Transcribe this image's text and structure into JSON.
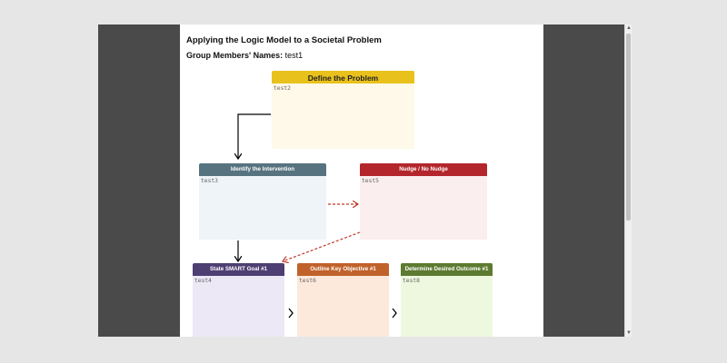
{
  "document": {
    "title": "Applying the Logic Model to a Societal Problem",
    "members_label": "Group Members' Names:",
    "members_value": " test1"
  },
  "boxes": {
    "problem": {
      "header": "Define the Problem",
      "text": "test2",
      "header_color": "#e9c11c",
      "body_color": "#fef9e8"
    },
    "intervention": {
      "header": "Identify the Intervention",
      "text": "test3",
      "header_color": "#57737f",
      "body_color": "#eef4f7"
    },
    "nudge": {
      "header": "Nudge / No Nudge",
      "text": "test5",
      "header_color": "#b3262b",
      "body_color": "#fbeeee"
    },
    "smart_goal": {
      "header": "State SMART Goal #1",
      "text": "test4",
      "header_color": "#4e3f72",
      "body_color": "#ece8f6"
    },
    "objective": {
      "header": "Outline Key Objective #1",
      "text": "test6",
      "header_color": "#c0622a",
      "body_color": "#fde9db"
    },
    "outcome": {
      "header": "Determine Desired Outcome #1",
      "text": "test8",
      "header_color": "#5c7a30",
      "body_color": "#eef8df"
    }
  },
  "connectors": {
    "arrow_color": "#000000",
    "dashed_color": "#c0392b",
    "chevron_glyph": "›"
  },
  "scrollbar": {
    "up_glyph": "▲",
    "down_glyph": "▼"
  }
}
